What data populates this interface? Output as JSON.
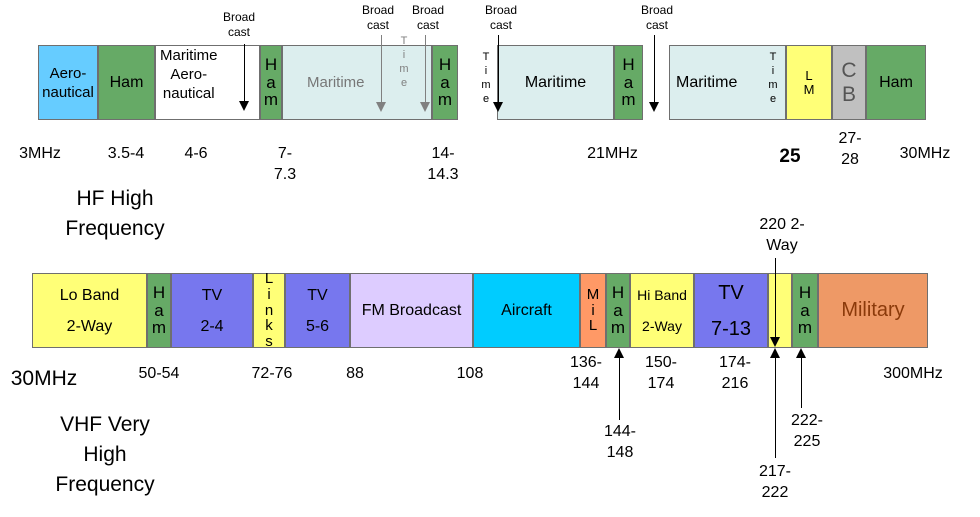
{
  "colors": {
    "aero": "#66ccff",
    "ham": "#66aa66",
    "maritime": "#dceeee",
    "white": "#ffffff",
    "lm": "#ffff77",
    "cb": "#c0c0c0",
    "tv": "#7777ee",
    "loband": "#ffff77",
    "fm": "#ddccff",
    "aircraft": "#00ccff",
    "mil": "#ff9966",
    "military": "#ee9966"
  },
  "hf": {
    "title_line1": "HF High",
    "title_line2": "Frequency",
    "bands": {
      "aero": "Aero-\nnautical",
      "ham1": "Ham",
      "maritime_aero": "Maritime\nAero-\nnautical",
      "ham2": "Ham",
      "maritime1": "Maritime",
      "time1": "Time",
      "ham3": "Ham",
      "time2": "Time",
      "maritime2": "Maritime",
      "ham4": "Ham",
      "maritime3": "Maritime",
      "time3": "Time",
      "lm": "LM",
      "cb": "CB",
      "ham5": "Ham"
    },
    "broadcast": [
      "Broad\ncast",
      "Broad\ncast",
      "Broad\ncast",
      "Broad\ncast",
      "Broad\ncast"
    ],
    "freq": {
      "f1": "3MHz",
      "f2": "3.5-4",
      "f3": "4-6",
      "f4": "7-\n7.3",
      "f5": "14-\n14.3",
      "f6": "21MHz",
      "f7": "25",
      "f8": "27-\n28",
      "f9": "30MHz"
    }
  },
  "vhf": {
    "title_line1": "VHF Very",
    "title_line2": "High",
    "title_line3": "Frequency",
    "bands": {
      "loband": "Lo Band\n2-Way",
      "ham1": "Ham",
      "tv1": "TV\n2-4",
      "links": "Links",
      "tv2": "TV\n5-6",
      "fm": "FM Broadcast",
      "aircraft": "Aircraft",
      "mil": "MiL",
      "ham2": "Ham",
      "hiband": "Hi Band\n2-Way",
      "tv3": "TV\n7-13",
      "ham3": "Ham",
      "military": "Military"
    },
    "freq": {
      "f1": "30MHz",
      "f2": "50-54",
      "f3": "72-76",
      "f4": "88",
      "f5": "108",
      "f6": "136-\n144",
      "f7": "150-\n174",
      "f8": "174-\n216",
      "f9": "300MHz",
      "f10": "144-\n148",
      "f11": "222-\n225",
      "f12": "217-\n222",
      "f13": "220 2-\nWay"
    }
  }
}
